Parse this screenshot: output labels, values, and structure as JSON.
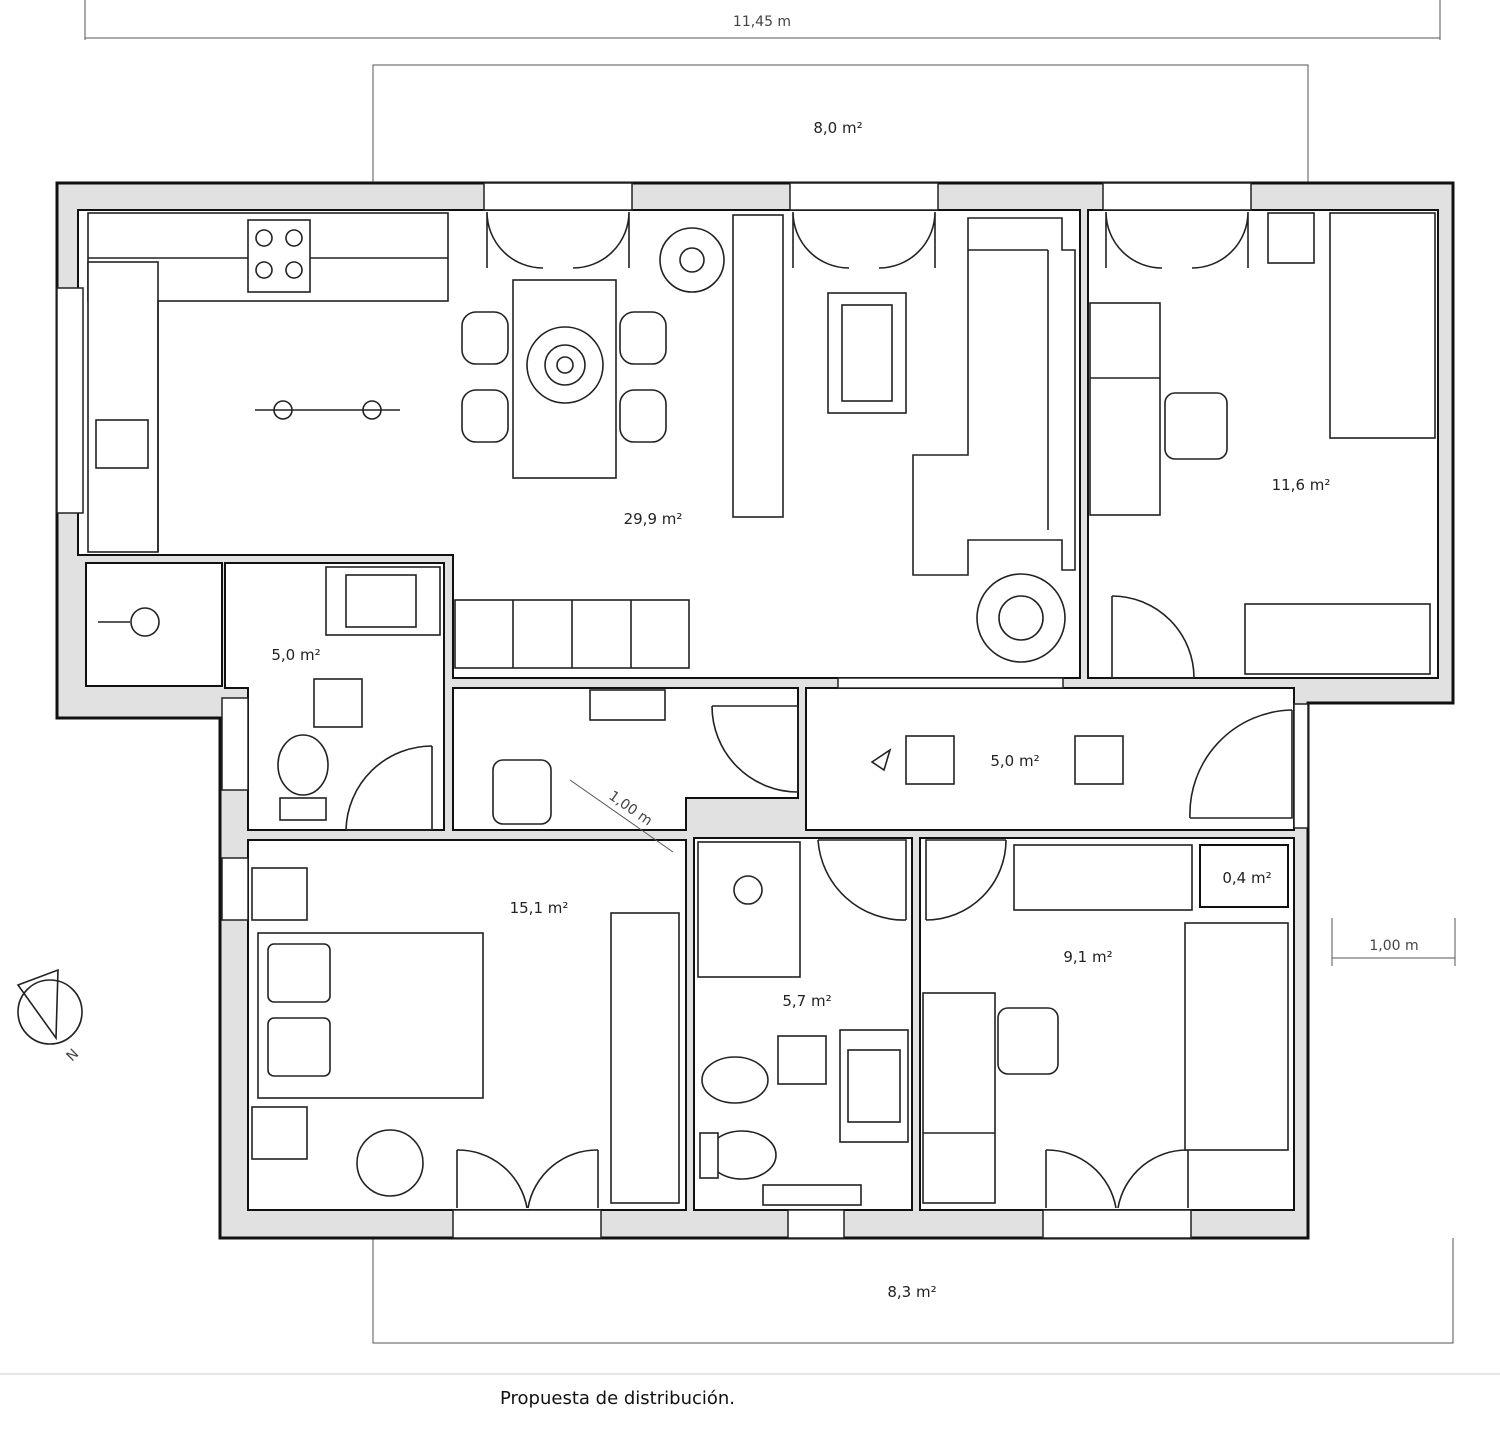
{
  "dimensions": {
    "overall_width": "11,45 m",
    "hall_door_clearance": "1,00 m",
    "corridor_clearance": "1,00 m"
  },
  "areas": {
    "top_terrace": "8,0 m²",
    "living_kitchen": "29,9 m²",
    "office": "11,6 m²",
    "laundry": "5,0 m²",
    "hall": "5,0 m²",
    "closet": "0,4 m²",
    "master_bedroom": "15,1 m²",
    "bathroom": "5,7 m²",
    "bedroom_2": "9,1 m²",
    "bottom_terrace": "8,3 m²"
  },
  "caption": "Propuesta de distribución.",
  "compass": {
    "north_label": "N"
  },
  "colors": {
    "wall": "#e1e1e1",
    "line": "#111111",
    "background": "#ffffff"
  }
}
